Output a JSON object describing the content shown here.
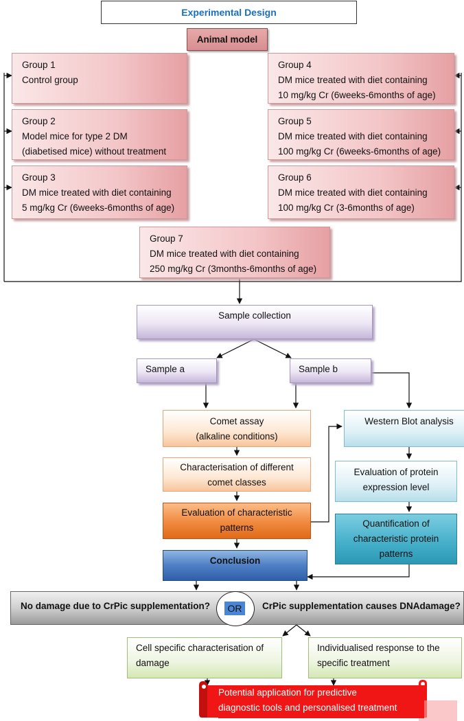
{
  "title": "Experimental Design",
  "animal_model": "Animal model",
  "groups": [
    {
      "name": "Group 1",
      "lines": [
        "Control group"
      ]
    },
    {
      "name": "Group 2",
      "lines": [
        "Model mice for type 2 DM",
        "(diabetised mice) without treatment"
      ]
    },
    {
      "name": "Group 3",
      "lines": [
        "DM mice treated with diet containing",
        "5 mg/kg Cr (6weeks-6months of age)"
      ]
    },
    {
      "name": "Group 4",
      "lines": [
        "DM mice treated with diet containing",
        "10 mg/kg Cr (6weeks-6months of age)"
      ]
    },
    {
      "name": "Group 5",
      "lines": [
        "DM mice treated with diet containing",
        "100 mg/kg Cr (6weeks-6months of age)"
      ]
    },
    {
      "name": "Group 6",
      "lines": [
        "DM mice treated with diet containing",
        "100 mg/kg Cr (3-6months of age)"
      ]
    },
    {
      "name": "Group 7",
      "lines": [
        "DM mice treated with diet containing",
        "250 mg/kg Cr (3months-6months of age)"
      ]
    }
  ],
  "sample_collection": "Sample collection",
  "sample_a": "Sample a",
  "sample_b": "Sample b",
  "comet_assay": [
    "Comet assay",
    "(alkaline conditions)"
  ],
  "characterisation": [
    "Characterisation of different",
    "comet classes"
  ],
  "evaluation_patterns": [
    "Evaluation of characteristic",
    "patterns"
  ],
  "western_blot": "Western Blot analysis",
  "protein_expression": [
    "Evaluation of protein",
    "expression level"
  ],
  "quantification": [
    "Quantification of",
    "characteristic protein",
    "patterns"
  ],
  "conclusion": "Conclusion",
  "no_damage": "No damage due to CrPic supplementation?",
  "or_label": "OR",
  "causes_damage": "CrPic supplementation causes DNAdamage?",
  "cell_specific": [
    "Cell specific characterisation of",
    "damage"
  ],
  "individualised": [
    "Individualised response to the",
    "specific treatment"
  ],
  "potential_application": [
    "Potential application for predictive",
    "diagnostic tools and personalised treatment"
  ]
}
